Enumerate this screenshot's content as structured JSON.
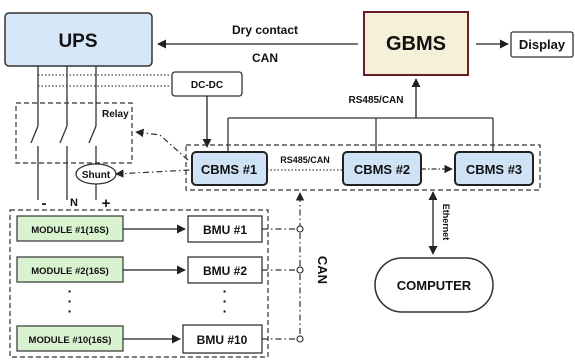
{
  "blocks": {
    "ups": "UPS",
    "gbms": "GBMS",
    "display": "Display",
    "dcdc": "DC-DC",
    "relay": "Relay",
    "shunt": "Shunt",
    "cbms1": "CBMS #1",
    "cbms2": "CBMS #2",
    "cbms3": "CBMS #3",
    "computer": "COMPUTER",
    "module1": "MODULE #1(16S)",
    "module2": "MODULE #2(16S)",
    "module10": "MODULE #10(16S)",
    "bmu1": "BMU #1",
    "bmu2": "BMU #2",
    "bmu10": "BMU #10"
  },
  "labels": {
    "dry_contact": "Dry contact",
    "can_top": "CAN",
    "rs485_can_vertical": "RS485/CAN",
    "rs485_can_mid": "RS485/CAN",
    "ethernet": "Ethernet",
    "can_side": "CAN",
    "minus": "-",
    "n": "N",
    "plus": "+",
    "dots": "·"
  },
  "colors": {
    "ups_fill": "#d6e8f8",
    "gbms_fill": "#f5f0d8",
    "gbms_border": "#6b1a2a",
    "cbms_fill": "#cfe2f6",
    "module_fill": "#d9f2cf",
    "line": "#333333"
  }
}
